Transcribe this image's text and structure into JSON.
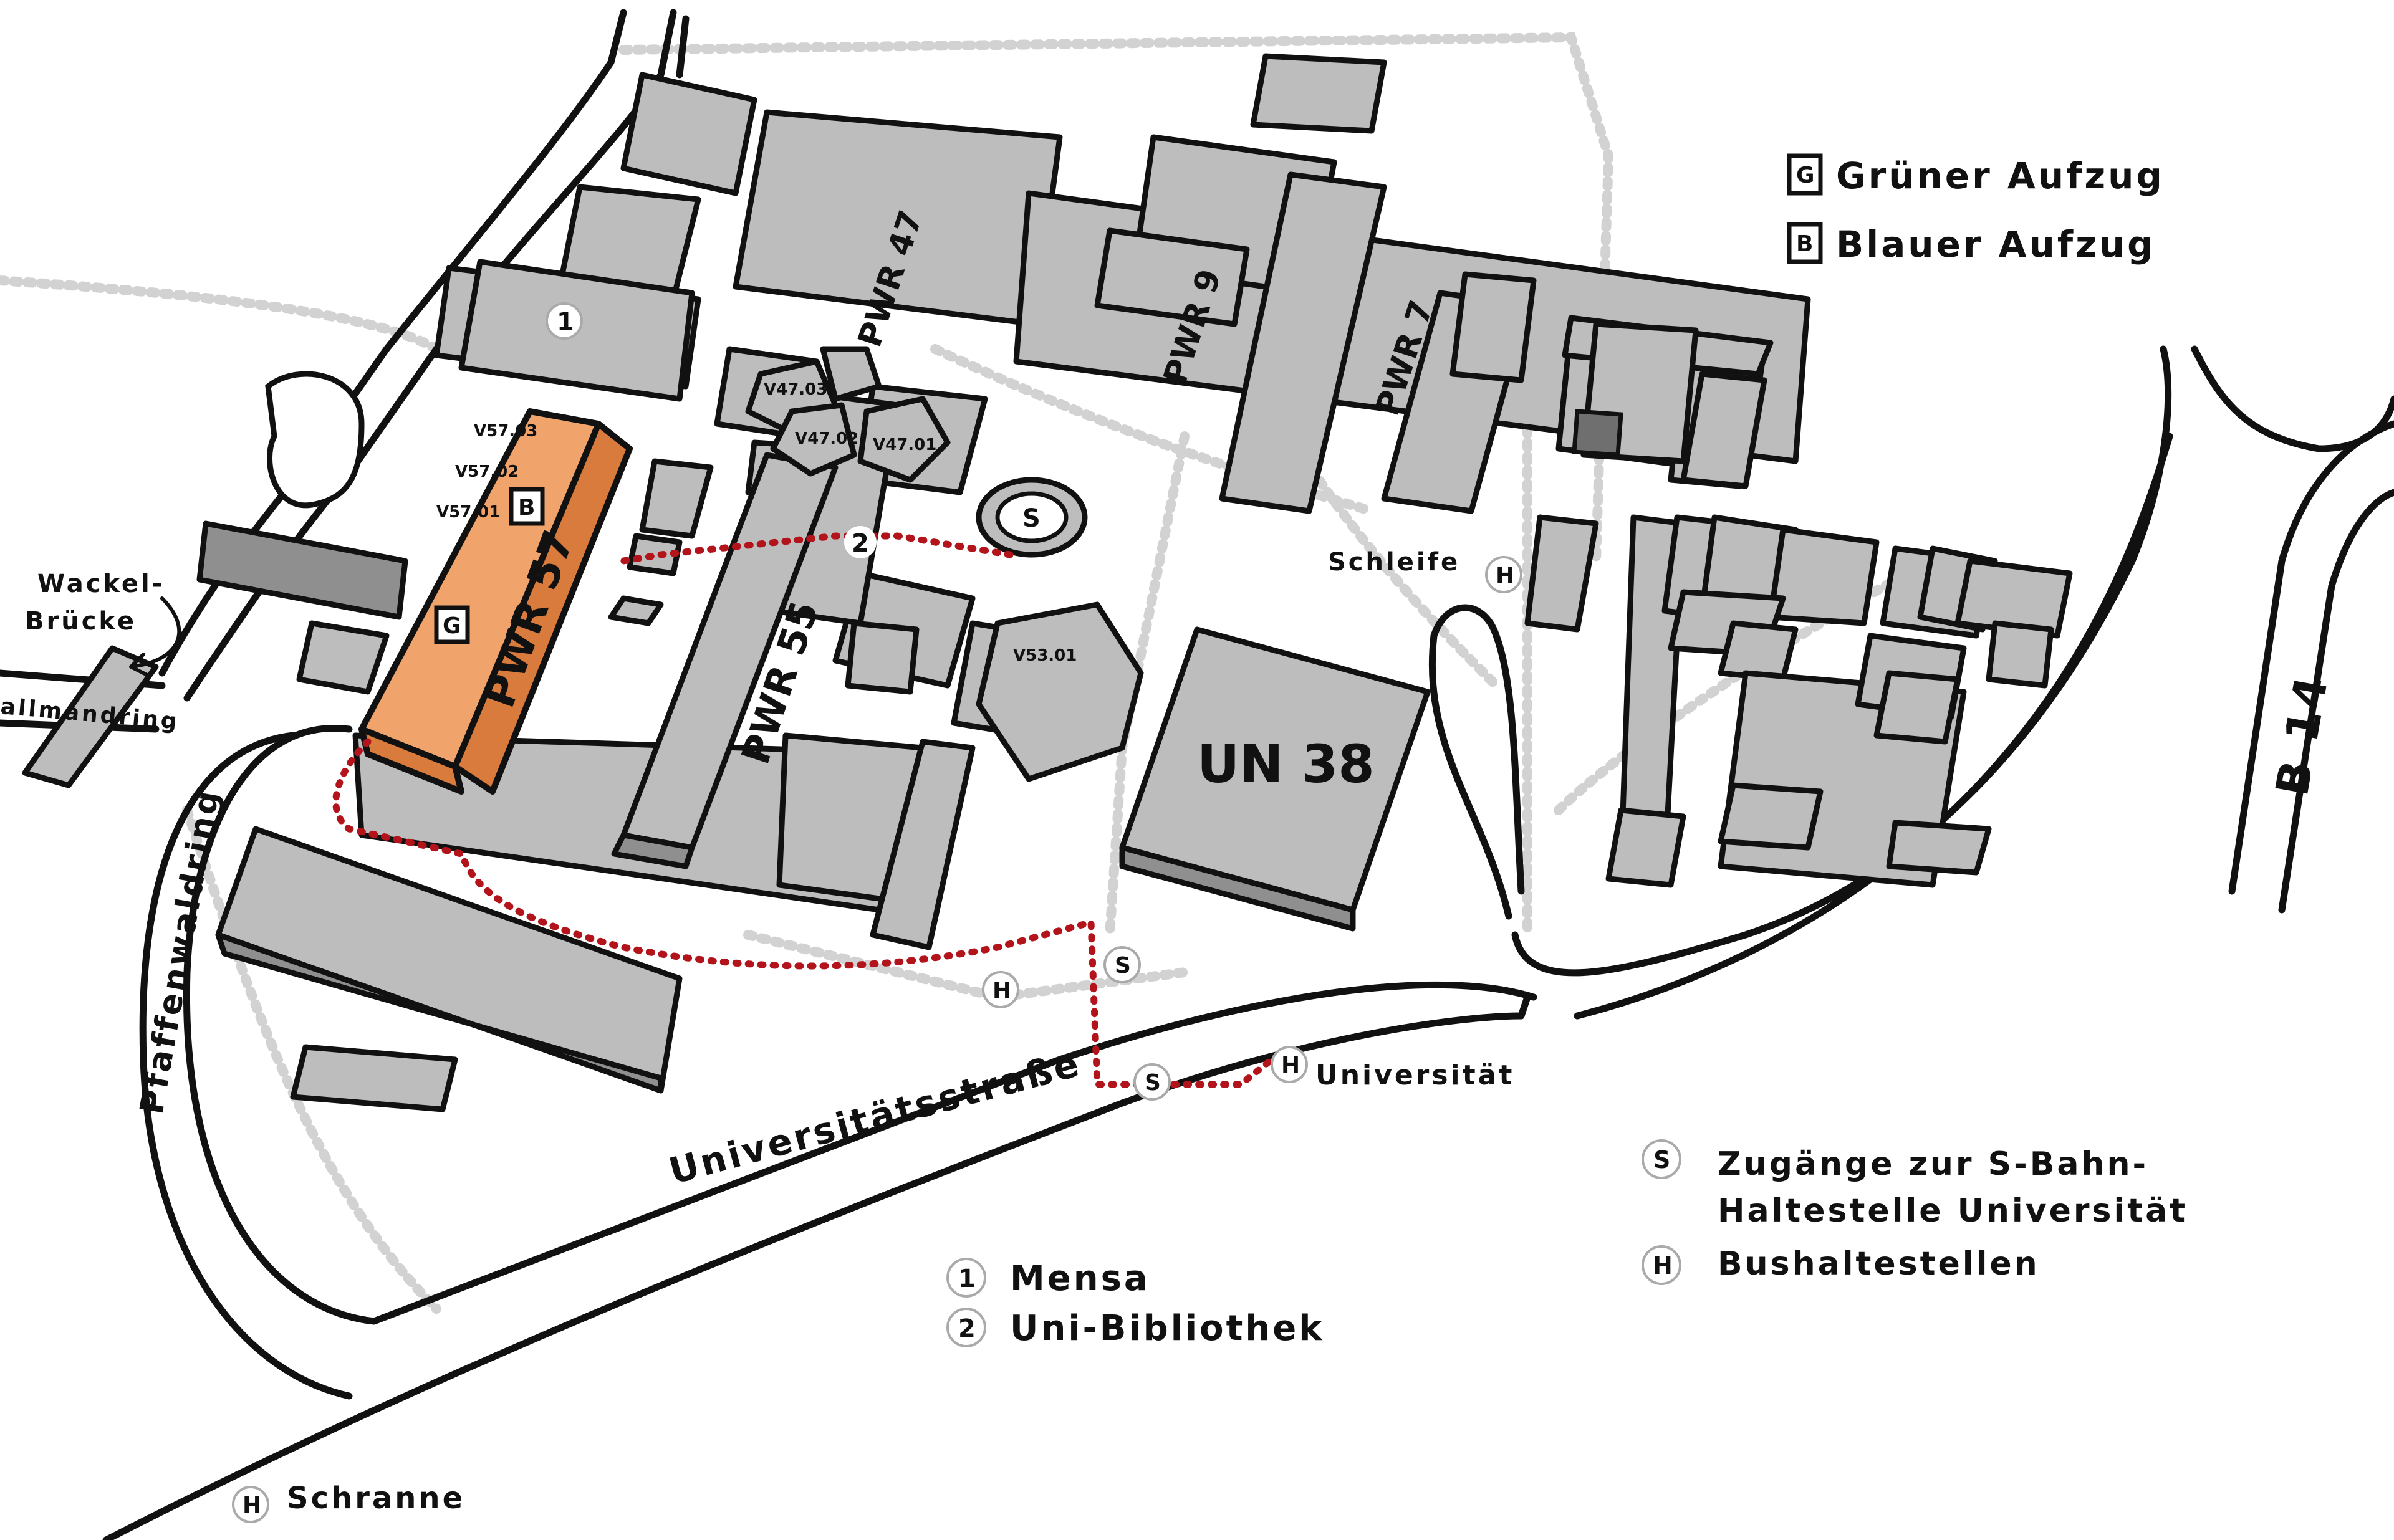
{
  "legend": {
    "elevator_green": {
      "icon_letter": "G",
      "label": "Grüner Aufzug",
      "color": "#2e7d32"
    },
    "elevator_blue": {
      "icon_letter": "B",
      "label": "Blauer Aufzug",
      "color": "#1565c0"
    },
    "s_access": {
      "symbol": "S",
      "line1": "Zugänge zur S-Bahn-",
      "line2": "Haltestelle Universität"
    },
    "bus_stops": {
      "symbol": "H",
      "label": "Bushaltestellen"
    },
    "mensa": {
      "number": "1",
      "label": "Mensa"
    },
    "library": {
      "number": "2",
      "label": "Uni-Bibliothek"
    }
  },
  "buildings": {
    "pwr57": "PWR 57",
    "pwr55": "PWR 55",
    "pwr47": "PWR 47",
    "pwr9": "PWR 9",
    "pwr7": "PWR 7",
    "un38": "UN 38",
    "v57_03": "V57.03",
    "v57_02": "V57.02",
    "v57_01": "V57.01",
    "v47_03": "V47.03",
    "v47_02": "V47.02",
    "v47_01": "V47.01",
    "v53_01": "V53.01"
  },
  "streets": {
    "universitaetsstrasse": "Universitätsstraße",
    "pfaffenwaldring": "Pfaffenwaldring",
    "allmandring": "allmandring",
    "b14": "B 14",
    "wackelbruecke_1": "Wackel-",
    "wackelbruecke_2": "Brücke"
  },
  "stops": {
    "schleife": "Schleife",
    "universitaet": "Universität",
    "schranne": "Schranne",
    "h": "H",
    "s": "S",
    "one": "1",
    "two": "2",
    "g": "G",
    "b": "B"
  },
  "colors": {
    "highlight_building": "#f0a46b",
    "route": "#b3141b",
    "building": "#bdbdbd"
  }
}
